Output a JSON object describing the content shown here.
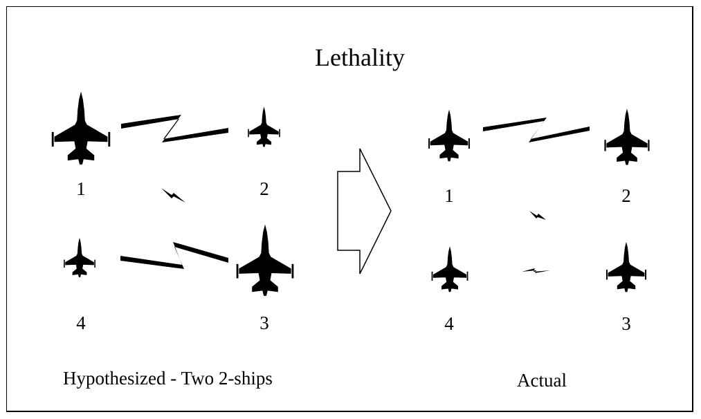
{
  "title": "Lethality",
  "hypothesized": {
    "caption": "Hypothesized - Two 2-ships",
    "labels": [
      "1",
      "2",
      "3",
      "4"
    ]
  },
  "actual": {
    "caption": "Actual",
    "labels": [
      "1",
      "2",
      "3",
      "4"
    ]
  },
  "icons": {
    "aircraft": "fighter-jet-icon",
    "link": "lightning-bolt-icon",
    "transition": "right-arrow-icon"
  },
  "colors": {
    "ink": "#000000",
    "background": "#ffffff"
  }
}
